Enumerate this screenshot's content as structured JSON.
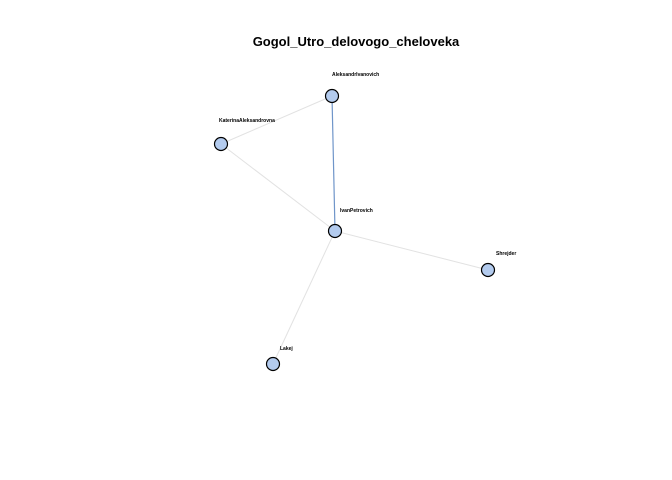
{
  "graph": {
    "title": "Gogol_Utro_delovogo_cheloveka",
    "node_fill": "#b3cbee",
    "node_stroke": "#000000",
    "edge_color_light": "#e2e2e2",
    "edge_color_strong": "#6f95c9",
    "nodes": [
      {
        "id": "AleksandrIvanovich",
        "label": "AleksandrIvanovich"
      },
      {
        "id": "KaterinaAleksandrovna",
        "label": "KaterinaAleksandrovna"
      },
      {
        "id": "IvanPetrovich",
        "label": "IvanPetrovich"
      },
      {
        "id": "Shrejder",
        "label": "Shrejder"
      },
      {
        "id": "Lakej",
        "label": "Lakej"
      }
    ],
    "edges": [
      {
        "source": "AleksandrIvanovich",
        "target": "KaterinaAleksandrovna",
        "strength": "light"
      },
      {
        "source": "AleksandrIvanovich",
        "target": "IvanPetrovich",
        "strength": "strong"
      },
      {
        "source": "KaterinaAleksandrovna",
        "target": "IvanPetrovich",
        "strength": "light"
      },
      {
        "source": "IvanPetrovich",
        "target": "Shrejder",
        "strength": "light"
      },
      {
        "source": "IvanPetrovich",
        "target": "Lakej",
        "strength": "light"
      }
    ]
  }
}
